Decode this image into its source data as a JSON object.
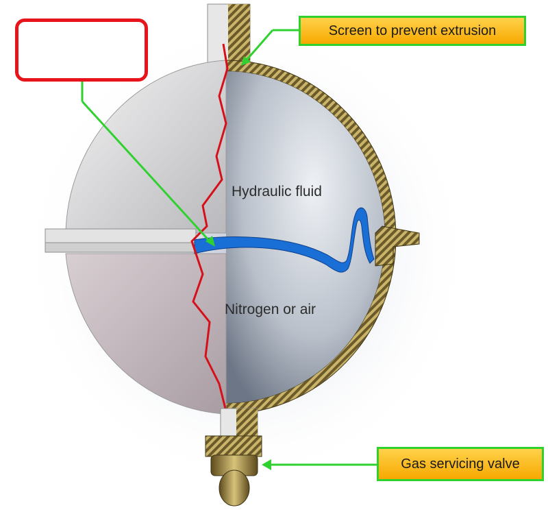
{
  "diagram": {
    "labels": {
      "screen": "Screen to prevent extrusion",
      "hydraulic": "Hydraulic fluid",
      "nitrogen": "Nitrogen or air",
      "gas_valve": "Gas servicing valve",
      "blank_box": ""
    },
    "colors": {
      "callout_fill": "#f7a800",
      "callout_border": "#2fd12f",
      "leader_line": "#2fd12f",
      "diaphragm": "#1a6fd6",
      "blank_box_border": "#e8141c",
      "cut_line": "#d6101a",
      "shell_section": "#6b5a2a"
    }
  }
}
